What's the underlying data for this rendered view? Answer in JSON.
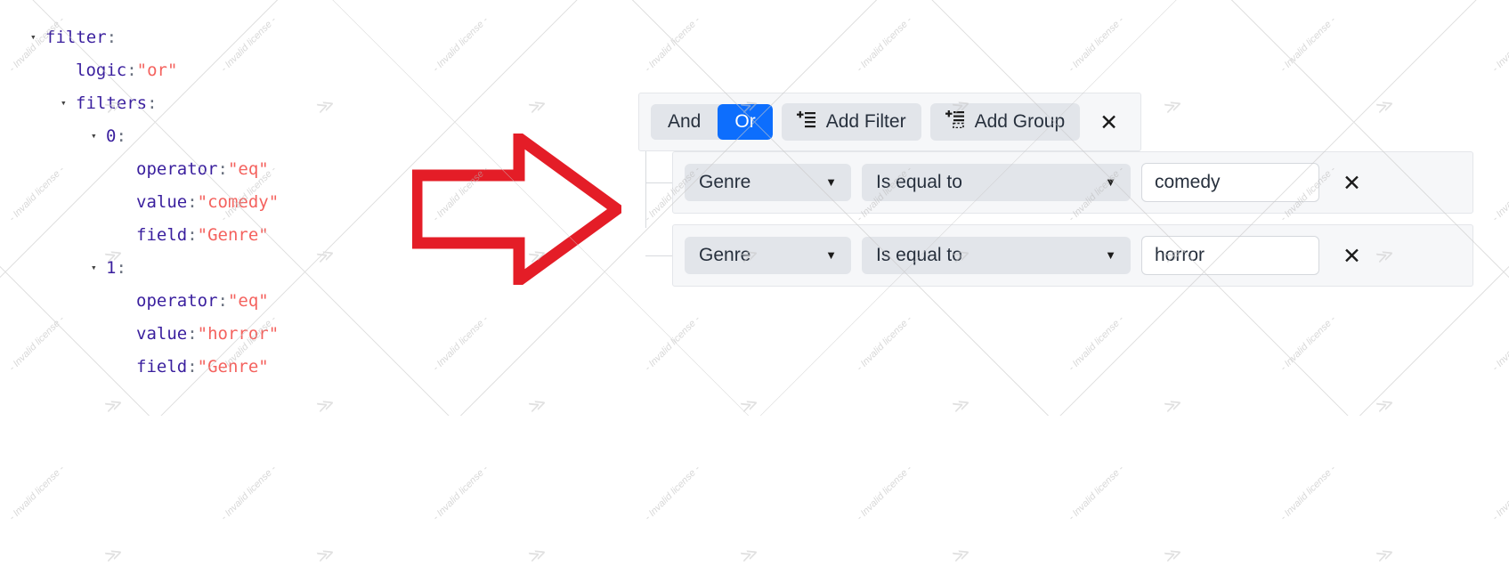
{
  "json_panel": {
    "lines": [
      {
        "caret": true,
        "indent": 0,
        "key": "filter",
        "value": null
      },
      {
        "caret": false,
        "indent": 1,
        "key": "logic",
        "value": "\"or\""
      },
      {
        "caret": true,
        "indent": 1,
        "key": "filters",
        "value": null
      },
      {
        "caret": true,
        "indent": 2,
        "key": "0",
        "value": null
      },
      {
        "caret": false,
        "indent": 3,
        "key": "operator",
        "value": "\"eq\""
      },
      {
        "caret": false,
        "indent": 3,
        "key": "value",
        "value": "\"comedy\""
      },
      {
        "caret": false,
        "indent": 3,
        "key": "field",
        "value": "\"Genre\""
      },
      {
        "caret": true,
        "indent": 2,
        "key": "1",
        "value": null
      },
      {
        "caret": false,
        "indent": 3,
        "key": "operator",
        "value": "\"eq\""
      },
      {
        "caret": false,
        "indent": 3,
        "key": "value",
        "value": "\"horror\""
      },
      {
        "caret": false,
        "indent": 3,
        "key": "field",
        "value": "\"Genre\""
      }
    ],
    "caret_glyph": "▾",
    "colon": ":"
  },
  "arrow": {
    "direction": "right",
    "color": "#e41d27",
    "style": "outline"
  },
  "query_builder": {
    "toolbar": {
      "logic_options": [
        {
          "label": "And",
          "active": false
        },
        {
          "label": "Or",
          "active": true
        }
      ],
      "add_filter_label": "Add Filter",
      "add_group_label": "Add Group",
      "close_label": "✕"
    },
    "rows": [
      {
        "field": "Genre",
        "operator": "Is equal to",
        "value": "comedy",
        "value_placeholder": "",
        "delete_label": "✕",
        "dropdown_arrow": "▼"
      },
      {
        "field": "Genre",
        "operator": "Is equal to",
        "value": "horror",
        "value_placeholder": "",
        "delete_label": "✕",
        "dropdown_arrow": "▼"
      }
    ]
  },
  "colors": {
    "accent": "#0d6efd",
    "arrow_red": "#e41d27",
    "json_key": "#3a1f9e",
    "json_string": "#f4625e",
    "panel_bg": "#f6f7f9",
    "control_bg": "#e2e5ea"
  },
  "watermark": {
    "text": "- Invalid license -"
  }
}
